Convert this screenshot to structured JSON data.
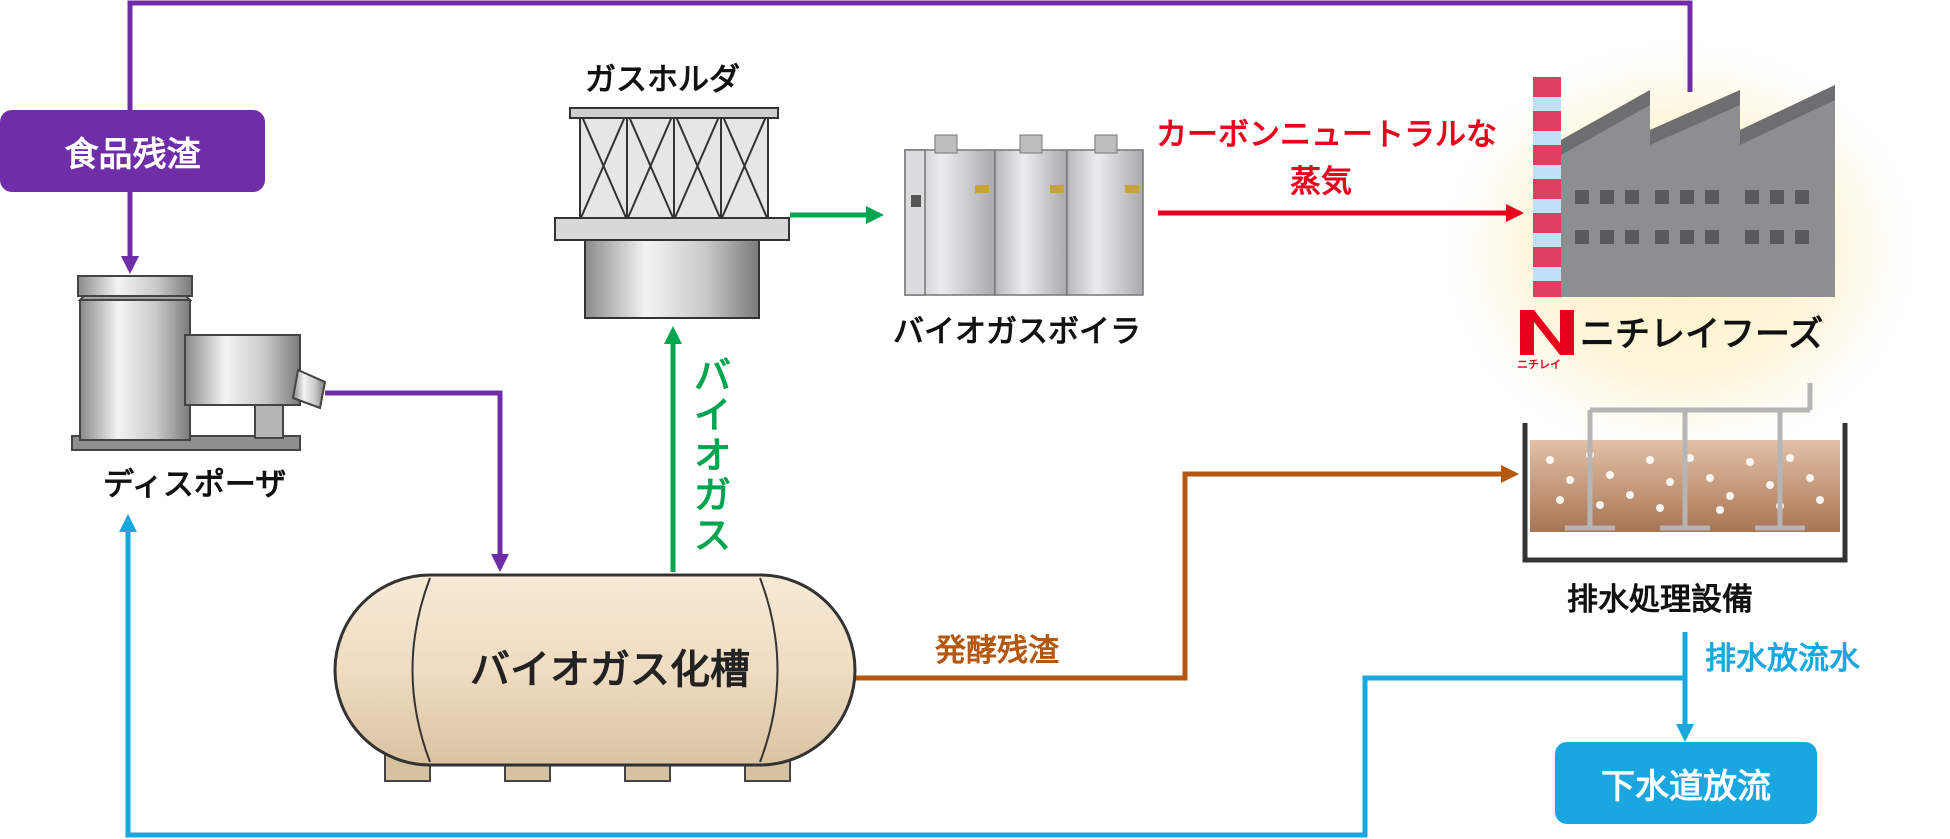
{
  "labels": {
    "food_residue": "食品残渣",
    "disposer": "ディスポーザ",
    "gas_holder": "ガスホルダ",
    "biogas_boiler": "バイオガスボイラ",
    "steam_line1": "カーボンニュートラルな",
    "steam_line2": "蒸気",
    "company": "ニチレイフーズ",
    "logo_small": "ニチレイ",
    "wastewater_facility": "排水処理設備",
    "wastewater_discharge": "排水放流水",
    "sewer_discharge": "下水道放流",
    "biogas": "バイオガス",
    "digestion_residue": "発酵残渣",
    "biogas_tank": "バイオガス化槽"
  },
  "colors": {
    "purple": "#6f2da8",
    "green": "#00a550",
    "red": "#e8001c",
    "orange": "#b5570f",
    "cyan": "#1aa7e0",
    "tank_body": "#efdcc1"
  },
  "icons": [
    "disposer-icon",
    "gas-holder-icon",
    "boiler-icon",
    "factory-icon",
    "nichirei-logo-icon",
    "wastewater-tank-icon",
    "biogas-tank-icon"
  ]
}
